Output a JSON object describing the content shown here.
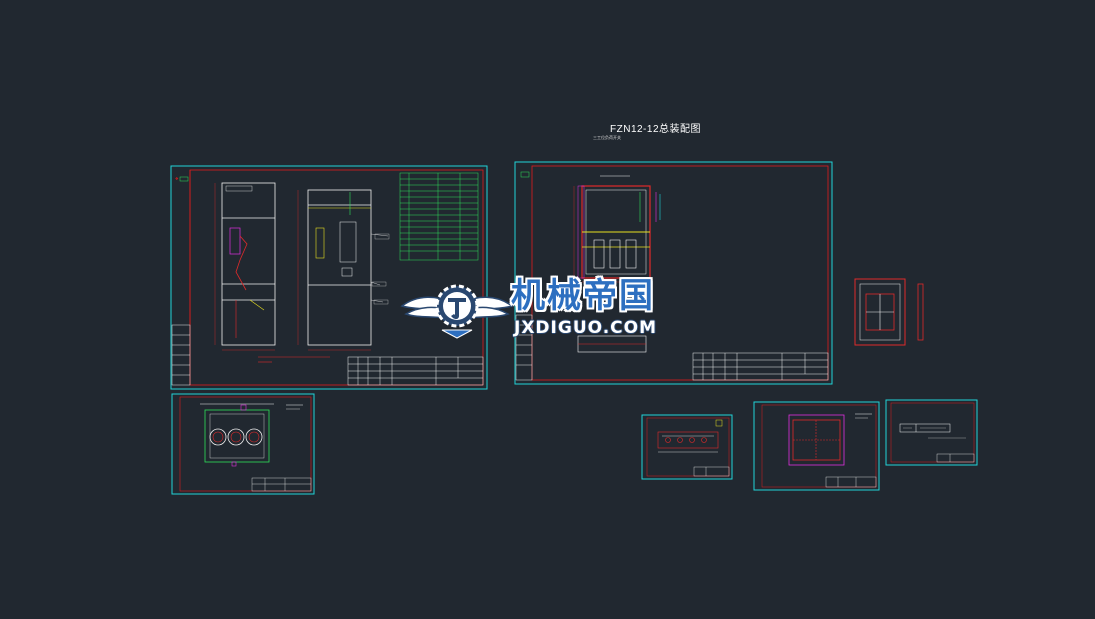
{
  "drawing": {
    "title": "FZN12-12总装配图",
    "subtitle": "三工位负荷开关"
  },
  "watermark": {
    "name_cn": "机械帝国",
    "name_en": "JXDIGUO.COM"
  },
  "colors": {
    "background": "#212830",
    "frame": "#21d3d8",
    "border": "#e01c1c",
    "lines": "#f0f0f0",
    "dims": "#e02a2a",
    "accent_green": "#2fe05a",
    "accent_magenta": "#e030e0",
    "accent_yellow": "#e8e020",
    "logo_blue": "#2d6fc0"
  }
}
